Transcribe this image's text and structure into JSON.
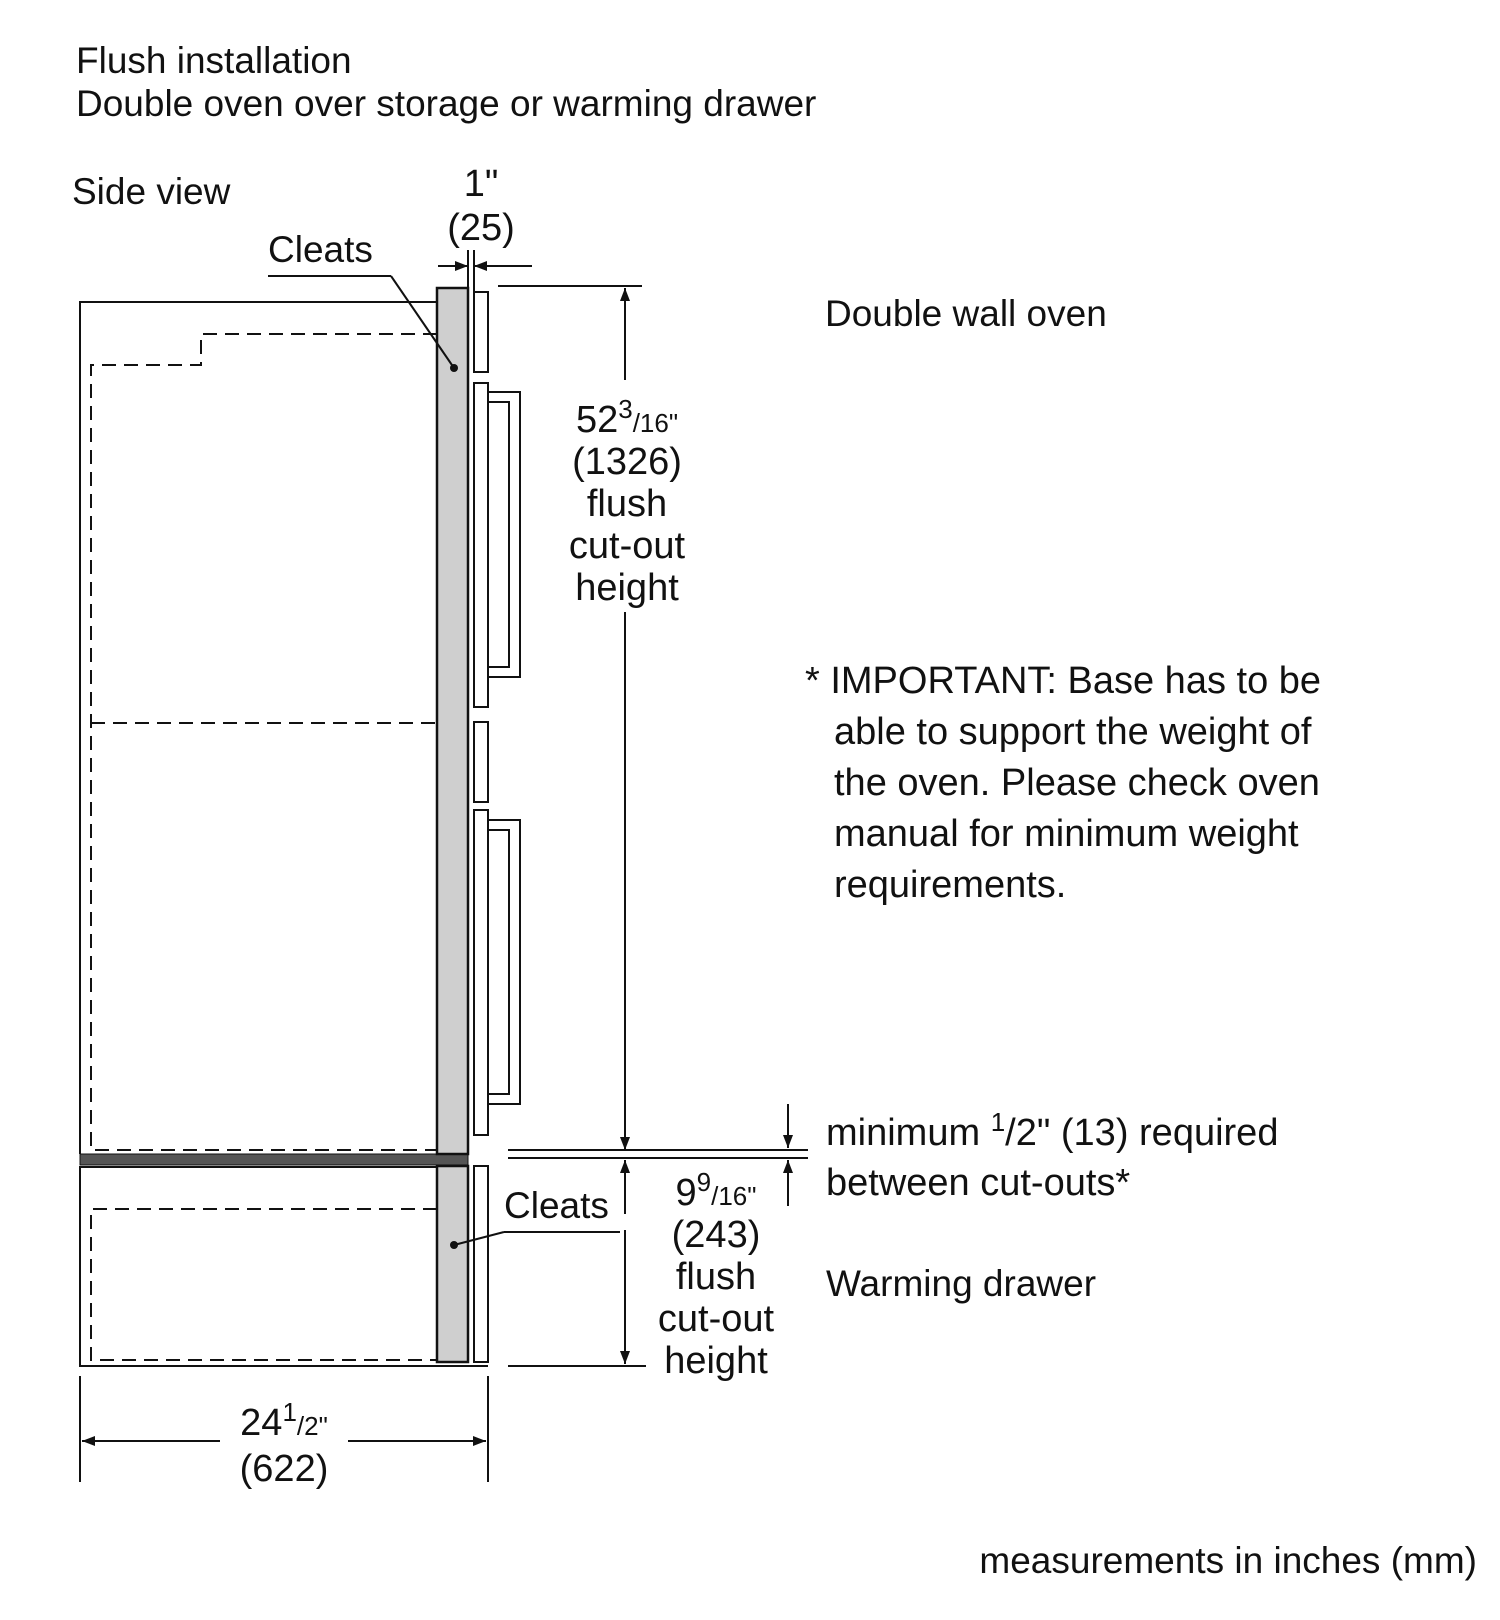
{
  "header": {
    "title_line1": "Flush installation",
    "title_line2": "Double oven over storage or warming drawer"
  },
  "view_label": "Side view",
  "cleats_label_top": "Cleats",
  "cleats_label_bottom": "Cleats",
  "dim_depth_offset": {
    "imperial": "1\"",
    "metric": "(25)"
  },
  "oven_label": "Double wall oven",
  "oven_dim": {
    "whole": "52",
    "num": "3",
    "slash_den": "/16\"",
    "metric": "(1326)",
    "line3": "flush",
    "line4": "cut-out",
    "line5": "height"
  },
  "important_note": [
    "* IMPORTANT: Base has to be",
    "able to support the weight of",
    "the oven. Please check oven",
    "manual for minimum weight",
    "requirements."
  ],
  "gap_note": {
    "prefix": "minimum ",
    "num": "1",
    "rest": "/2\" (13) required",
    "line2": "between cut-outs*"
  },
  "drawer_dim": {
    "whole": "9",
    "num": "9",
    "slash_den": "/16\"",
    "metric": "(243)",
    "line3": "flush",
    "line4": "cut-out",
    "line5": "height"
  },
  "drawer_label": "Warming drawer",
  "width_dim": {
    "whole": "24",
    "num": "1",
    "slash_den": "/2\"",
    "metric": "(622)"
  },
  "footer_note": "measurements in inches (mm)"
}
